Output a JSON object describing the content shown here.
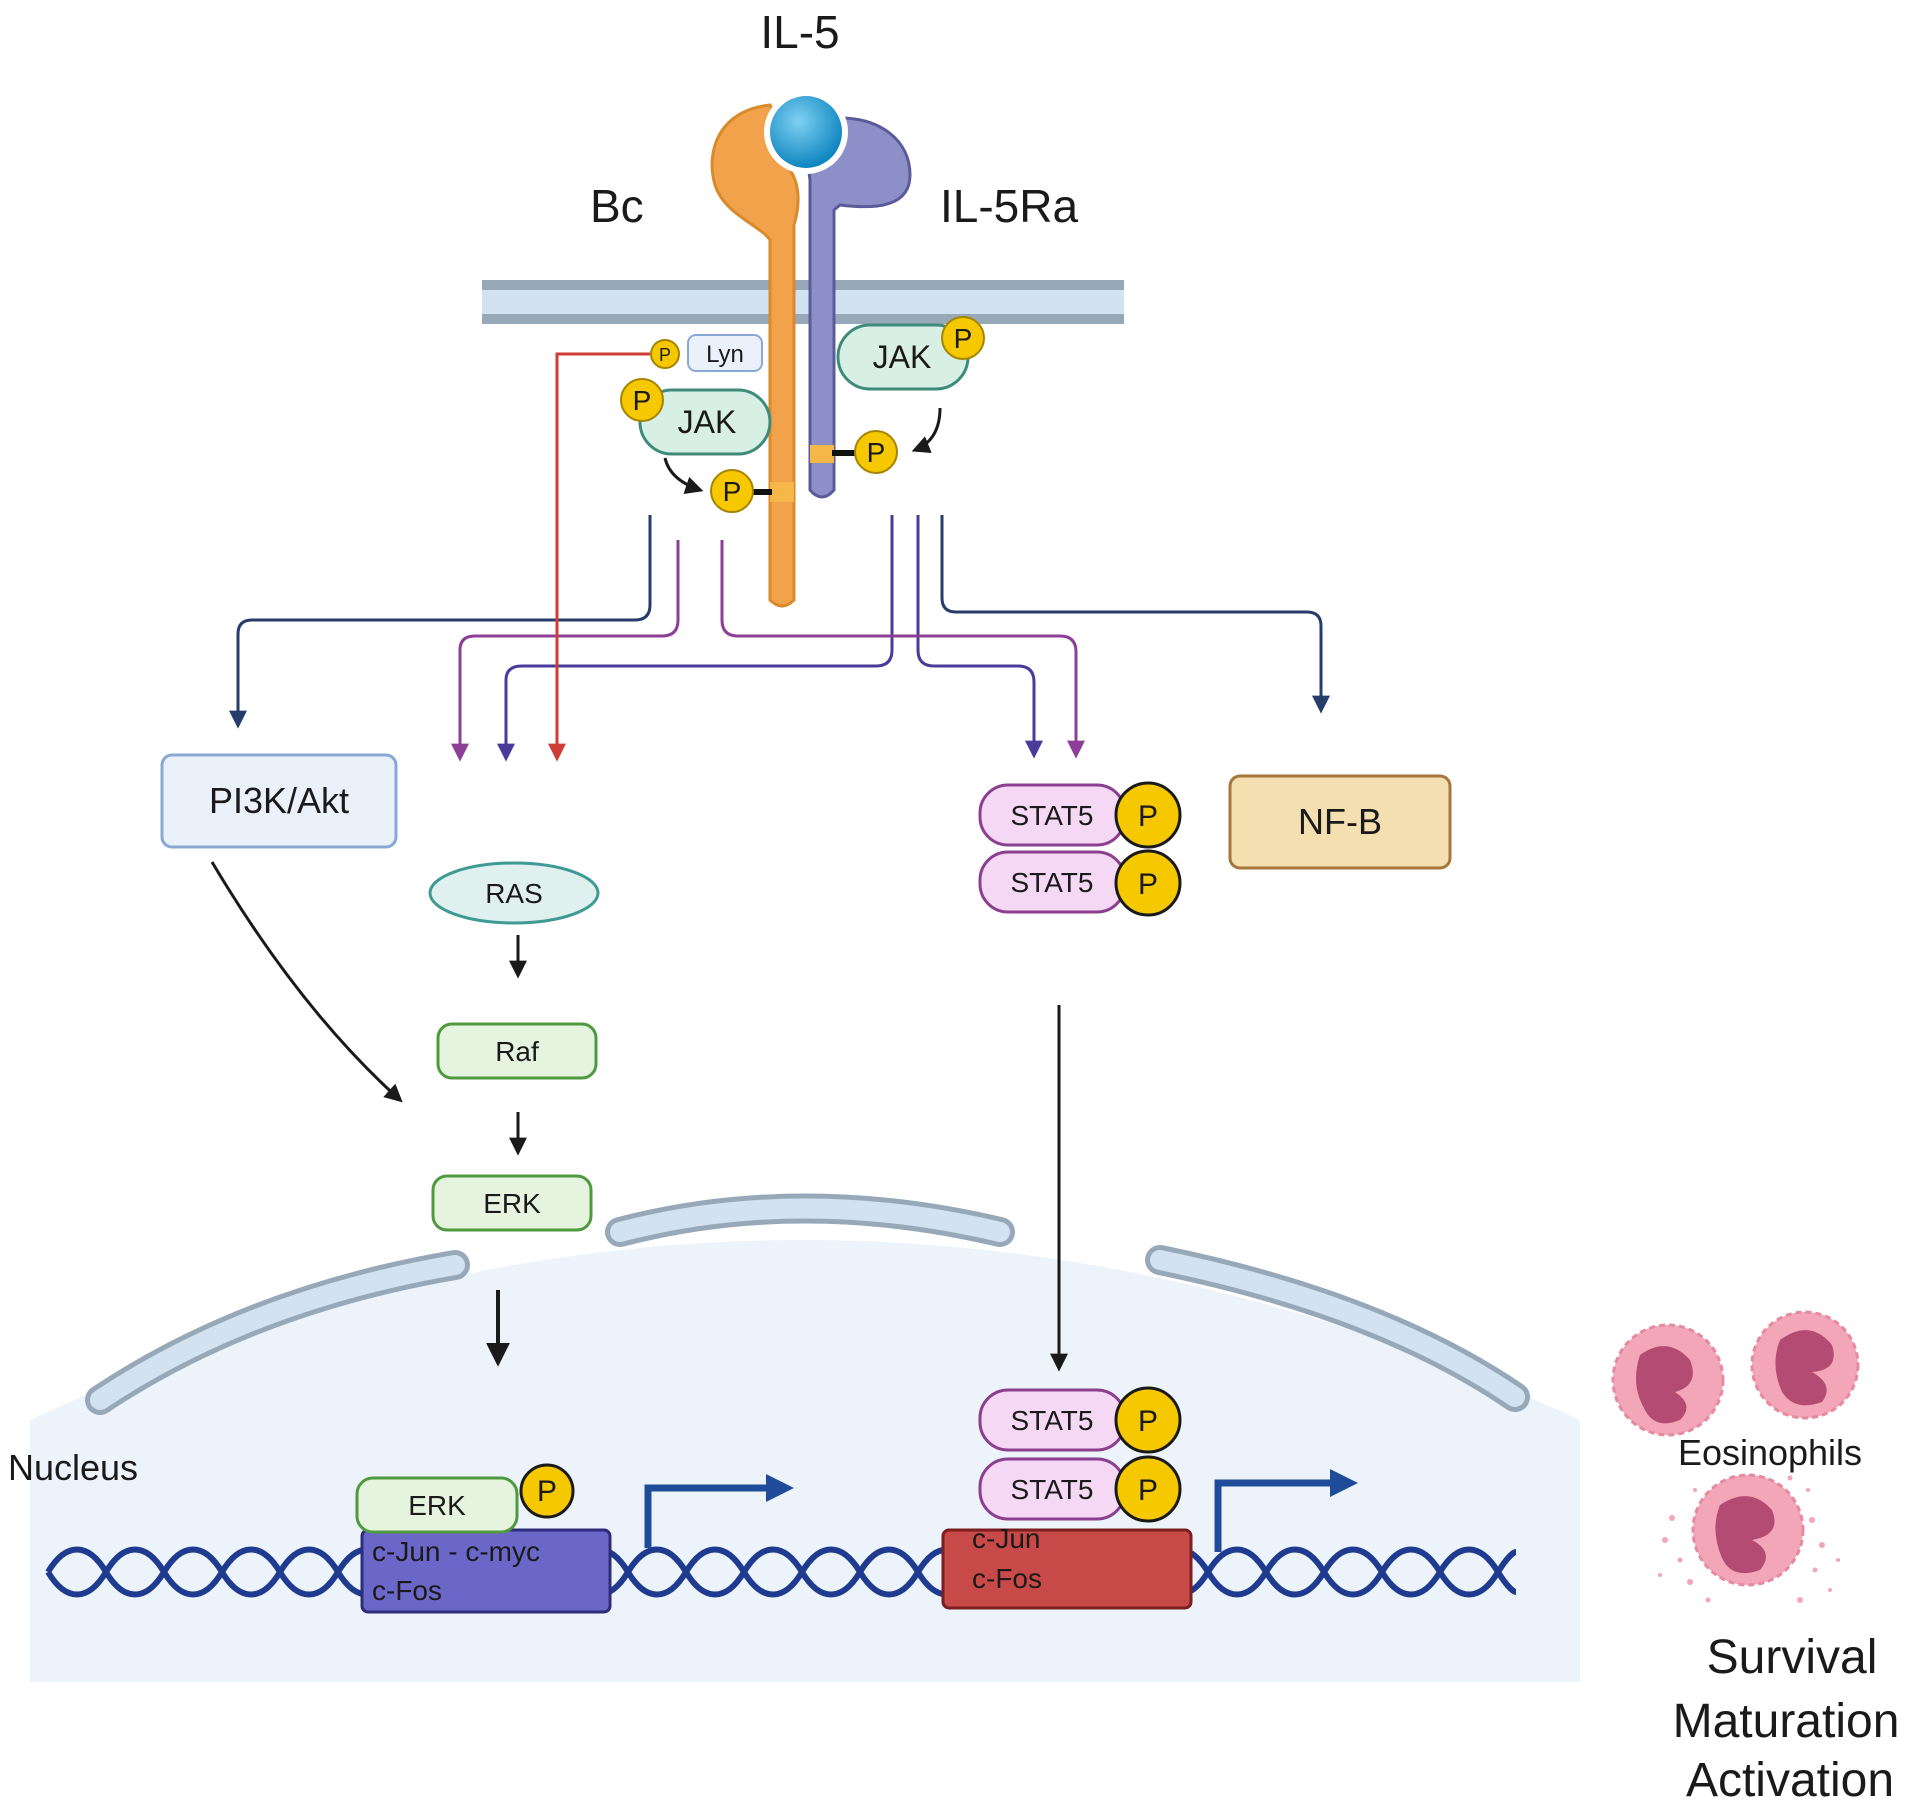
{
  "ligand": "IL-5",
  "receptors": {
    "beta_chain": "Bc",
    "alpha_chain": "IL-5Ra"
  },
  "membrane_proteins": {
    "lyn": "Lyn",
    "jak": "JAK",
    "phospho": "P"
  },
  "pathways": {
    "pi3k": "PI3K/Akt",
    "nfb": "NF-B",
    "ras": "RAS",
    "raf": "Raf",
    "erk": "ERK",
    "stat5": "STAT5"
  },
  "nucleus": {
    "label": "Nucleus",
    "erk": "ERK",
    "tf_left_line1": "c-Jun  - c-myc",
    "tf_left_line2": "c-Fos",
    "tf_right_line1": "c-Jun",
    "tf_right_line2": "c-Fos"
  },
  "cells": {
    "label": "Eosinophils",
    "outcomes": [
      "Survival",
      "Maturation",
      "Activation"
    ]
  },
  "colors": {
    "beta_chain": "#f2a24a",
    "alpha_chain": "#8d8fc9",
    "ligand": "#1a9fd6",
    "phospho": "#f5c800",
    "jak_fill": "#d8efe6",
    "jak_stroke": "#3f8b79",
    "pi3k_fill": "#eaf1fb",
    "pi3k_stroke": "#8aa8d6",
    "stat5_fill": "#f5d8f3",
    "stat5_stroke": "#8a3f8f",
    "nfb_fill": "#f3dfb0",
    "nfb_stroke": "#a7763b",
    "green_fill": "#e6f4df",
    "green_stroke": "#4f9a3f",
    "ras_fill": "#dff0ee",
    "ras_stroke": "#3f9a94",
    "tf_left": "#6b67c9",
    "tf_right": "#c84a48",
    "dna": "#1f3b8f",
    "nucleus_bg": "#edf3fb",
    "envelope": "#d3e2f1",
    "arrow_navy": "#263c6a",
    "arrow_purple": "#8d3f98",
    "arrow_indigo": "#4a3a9a",
    "arrow_red": "#cf3e36",
    "eosinophil": "#f2a6b7"
  }
}
